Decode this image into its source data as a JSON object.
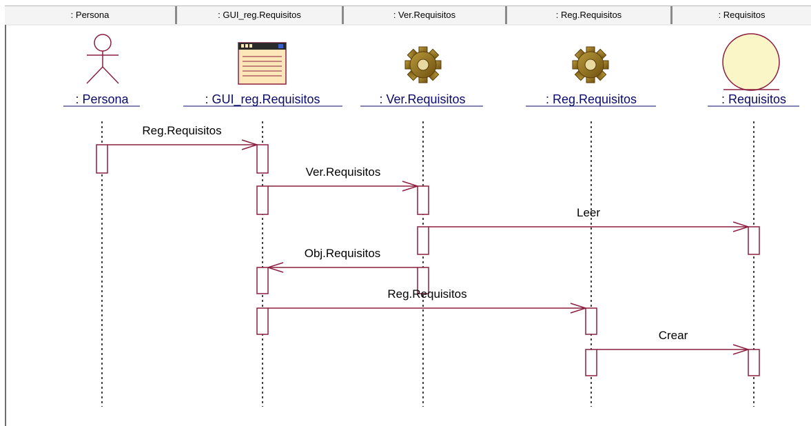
{
  "header": {
    "cells": [
      ": Persona",
      ": GUI_reg.Requisitos",
      ": Ver.Requisitos",
      ": Reg.Requisitos",
      ": Requisitos"
    ]
  },
  "lifelines": [
    {
      "label": ": Persona",
      "icon": "actor-icon"
    },
    {
      "label": ": GUI_reg.Requisitos",
      "icon": "boundary-window-icon"
    },
    {
      "label": ": Ver.Requisitos",
      "icon": "control-gear-icon"
    },
    {
      "label": ": Reg.Requisitos",
      "icon": "control-gear-icon"
    },
    {
      "label": ": Requisitos",
      "icon": "entity-circle-icon"
    }
  ],
  "messages": [
    {
      "label": "Reg.Requisitos",
      "from": 0,
      "to": 1
    },
    {
      "label": "Ver.Requisitos",
      "from": 1,
      "to": 2
    },
    {
      "label": "Leer",
      "from": 2,
      "to": 4
    },
    {
      "label": "Obj.Requisitos",
      "from": 2,
      "to": 1
    },
    {
      "label": "Reg.Requisitos",
      "from": 1,
      "to": 3
    },
    {
      "label": "Crear",
      "from": 3,
      "to": 4
    }
  ],
  "colors": {
    "line": "#8b1e3f",
    "label": "#0a0a6a",
    "gear": "#8b6a1a",
    "entity_fill": "#fbf6c8"
  }
}
